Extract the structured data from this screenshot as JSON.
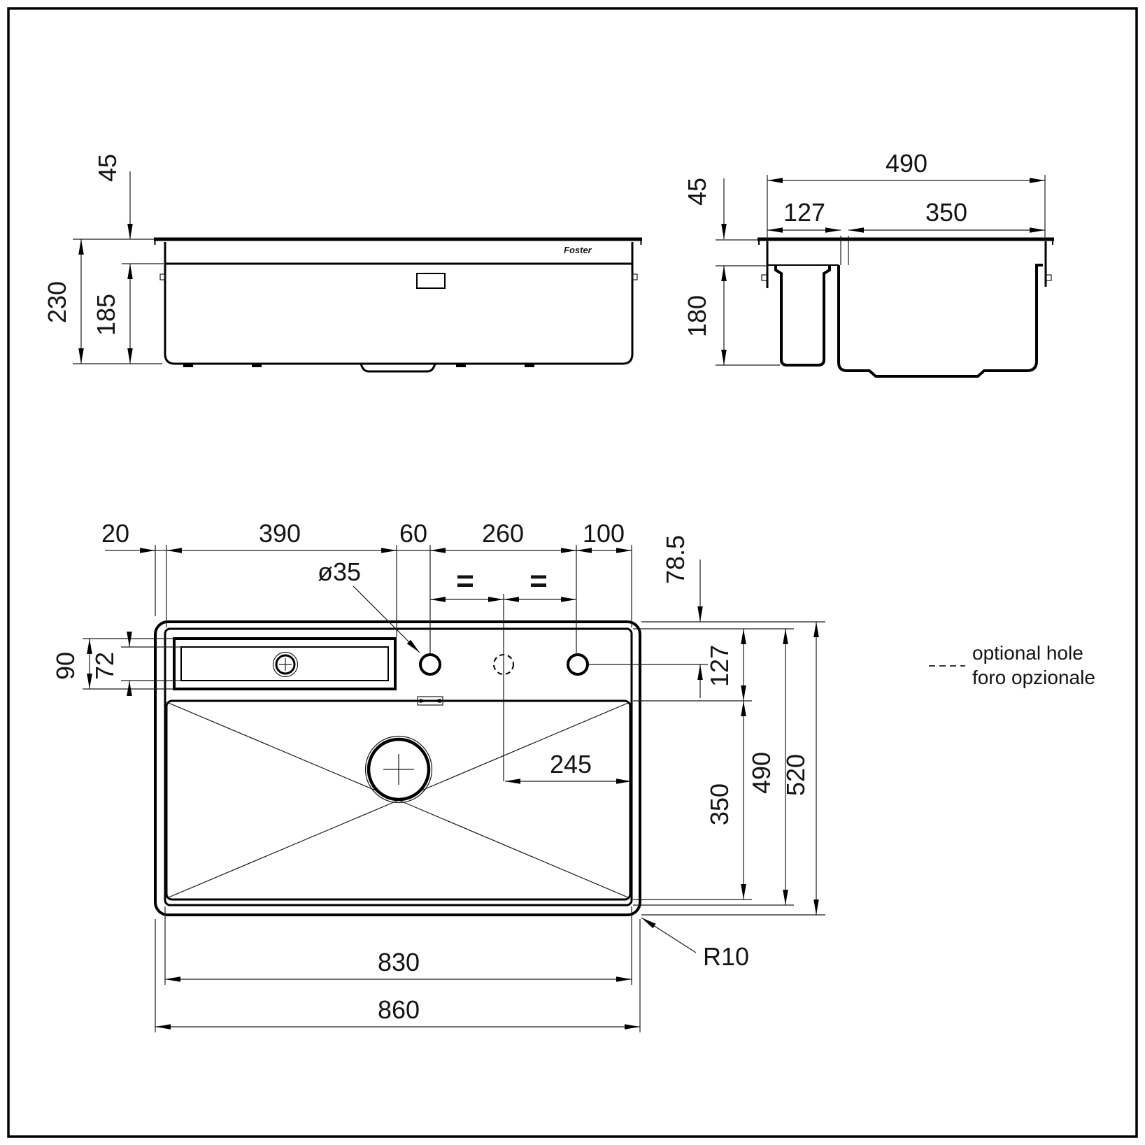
{
  "drawing": {
    "brand_logo": "Foster",
    "legend": {
      "note_en": "optional hole",
      "note_it": "foro opzionale"
    },
    "front_view": {
      "rim_height": "45",
      "total_height": "230",
      "bowl_depth": "185"
    },
    "side_view": {
      "outer_width": "490",
      "ledge_width": "127",
      "bowl_width": "350",
      "rim_height": "45",
      "depth": "180"
    },
    "plan_view": {
      "chain_edge": "20",
      "chain_ledge": "390",
      "chain_hole1": "60",
      "chain_spacing": "260",
      "chain_right": "100",
      "hole_center_offset": "78.5",
      "hole_diameter": "ø35",
      "equal_left": "=",
      "equal_right": "=",
      "ledge_outer_depth": "90",
      "ledge_inner_depth": "72",
      "front_ledge_depth": "127",
      "bowl_depth": "350",
      "inner_depth": "490",
      "outer_depth": "520",
      "drain_offset": "245",
      "inner_width": "830",
      "outer_width": "860",
      "corner_radius": "R10"
    }
  }
}
